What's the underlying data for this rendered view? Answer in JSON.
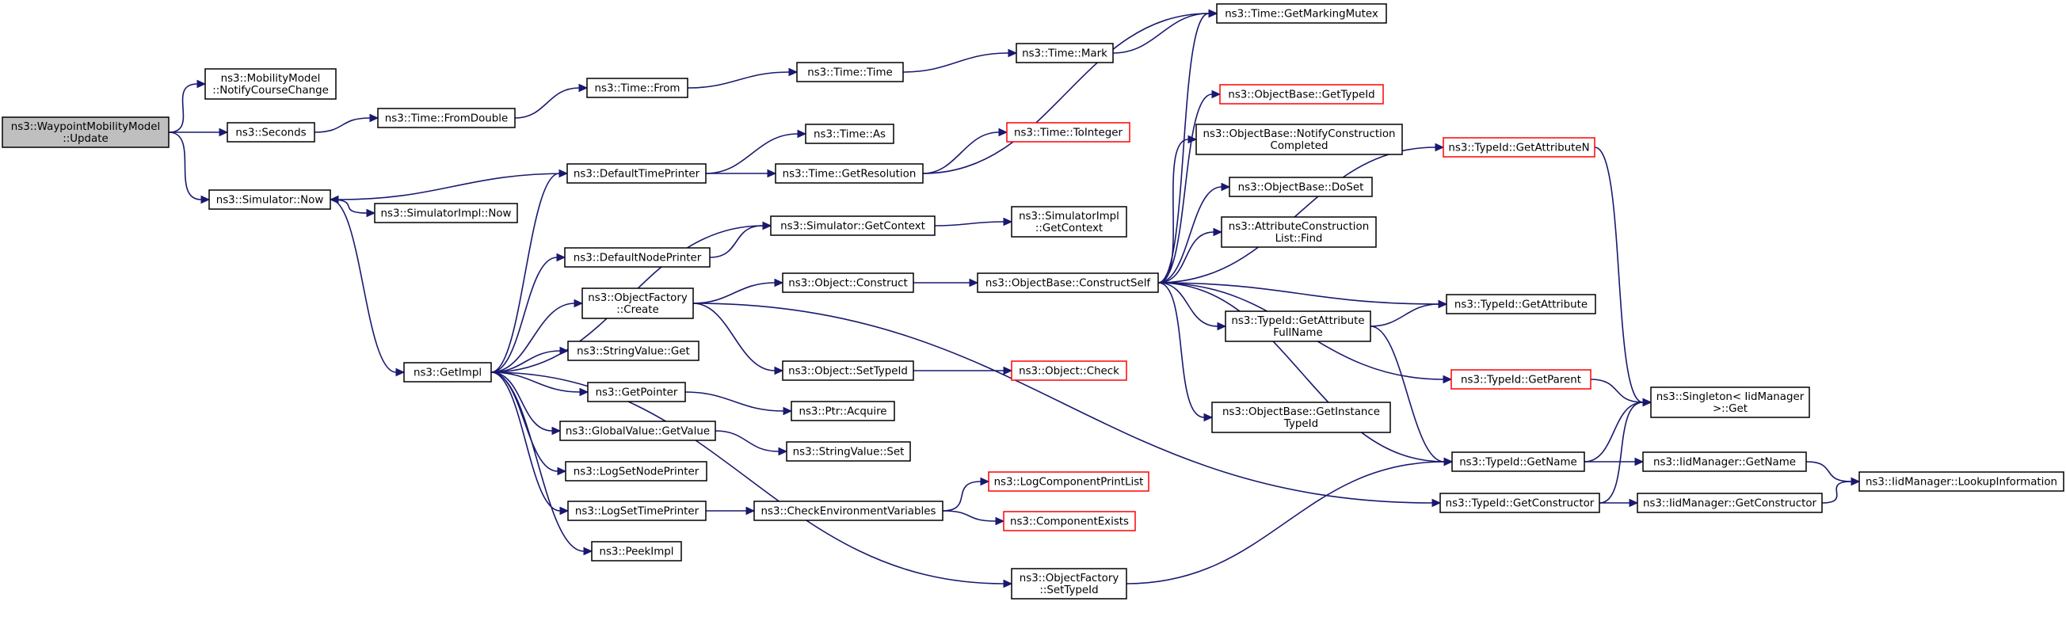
{
  "diagram": {
    "type": "call-graph",
    "colors": {
      "edge": "#191970",
      "root_fill": "#bfbfbf",
      "node_border": "#000000",
      "missing_doc_border": "#ff0000"
    },
    "nodes": [
      {
        "id": "update",
        "lines": [
          "ns3::WaypointMobilityModel",
          "::Update"
        ],
        "style": "root"
      },
      {
        "id": "notify_course",
        "lines": [
          "ns3::MobilityModel",
          "::NotifyCourseChange"
        ],
        "style": "normal"
      },
      {
        "id": "seconds",
        "lines": [
          "ns3::Seconds"
        ],
        "style": "normal"
      },
      {
        "id": "sim_now",
        "lines": [
          "ns3::Simulator::Now"
        ],
        "style": "normal"
      },
      {
        "id": "from_double",
        "lines": [
          "ns3::Time::FromDouble"
        ],
        "style": "normal"
      },
      {
        "id": "time_from",
        "lines": [
          "ns3::Time::From"
        ],
        "style": "normal"
      },
      {
        "id": "time_time",
        "lines": [
          "ns3::Time::Time"
        ],
        "style": "normal"
      },
      {
        "id": "time_mark",
        "lines": [
          "ns3::Time::Mark"
        ],
        "style": "normal"
      },
      {
        "id": "marking_mutex",
        "lines": [
          "ns3::Time::GetMarkingMutex"
        ],
        "style": "normal"
      },
      {
        "id": "simimpl_now",
        "lines": [
          "ns3::SimulatorImpl::Now"
        ],
        "style": "normal"
      },
      {
        "id": "getimpl",
        "lines": [
          "ns3::GetImpl"
        ],
        "style": "normal"
      },
      {
        "id": "default_time_printer",
        "lines": [
          "ns3::DefaultTimePrinter"
        ],
        "style": "normal"
      },
      {
        "id": "time_as",
        "lines": [
          "ns3::Time::As"
        ],
        "style": "normal"
      },
      {
        "id": "get_resolution",
        "lines": [
          "ns3::Time::GetResolution"
        ],
        "style": "normal"
      },
      {
        "id": "to_integer",
        "lines": [
          "ns3::Time::ToInteger"
        ],
        "style": "red"
      },
      {
        "id": "default_node_printer",
        "lines": [
          "ns3::DefaultNodePrinter"
        ],
        "style": "normal"
      },
      {
        "id": "sim_get_context",
        "lines": [
          "ns3::Simulator::GetContext"
        ],
        "style": "normal"
      },
      {
        "id": "simimpl_get_context",
        "lines": [
          "ns3::SimulatorImpl",
          "::GetContext"
        ],
        "style": "normal"
      },
      {
        "id": "object_factory_create",
        "lines": [
          "ns3::ObjectFactory",
          "::Create"
        ],
        "style": "normal"
      },
      {
        "id": "object_construct",
        "lines": [
          "ns3::Object::Construct"
        ],
        "style": "normal"
      },
      {
        "id": "construct_self",
        "lines": [
          "ns3::ObjectBase::ConstructSelf"
        ],
        "style": "normal"
      },
      {
        "id": "object_set_typeid",
        "lines": [
          "ns3::Object::SetTypeId"
        ],
        "style": "normal"
      },
      {
        "id": "object_check",
        "lines": [
          "ns3::Object::Check"
        ],
        "style": "red"
      },
      {
        "id": "string_value_get",
        "lines": [
          "ns3::StringValue::Get"
        ],
        "style": "normal"
      },
      {
        "id": "get_pointer",
        "lines": [
          "ns3::GetPointer"
        ],
        "style": "normal"
      },
      {
        "id": "ptr_acquire",
        "lines": [
          "ns3::Ptr::Acquire"
        ],
        "style": "normal"
      },
      {
        "id": "global_value_get",
        "lines": [
          "ns3::GlobalValue::GetValue"
        ],
        "style": "normal"
      },
      {
        "id": "string_value_set",
        "lines": [
          "ns3::StringValue::Set"
        ],
        "style": "normal"
      },
      {
        "id": "log_set_node_printer",
        "lines": [
          "ns3::LogSetNodePrinter"
        ],
        "style": "normal"
      },
      {
        "id": "log_set_time_printer",
        "lines": [
          "ns3::LogSetTimePrinter"
        ],
        "style": "normal"
      },
      {
        "id": "check_env",
        "lines": [
          "ns3::CheckEnvironmentVariables"
        ],
        "style": "normal"
      },
      {
        "id": "log_component_print_list",
        "lines": [
          "ns3::LogComponentPrintList"
        ],
        "style": "red"
      },
      {
        "id": "component_exists",
        "lines": [
          "ns3::ComponentExists"
        ],
        "style": "red"
      },
      {
        "id": "peek_impl",
        "lines": [
          "ns3::PeekImpl"
        ],
        "style": "normal"
      },
      {
        "id": "factory_set_typeid",
        "lines": [
          "ns3::ObjectFactory",
          "::SetTypeId"
        ],
        "style": "normal"
      },
      {
        "id": "objbase_get_typeid",
        "lines": [
          "ns3::ObjectBase::GetTypeId"
        ],
        "style": "red"
      },
      {
        "id": "notify_construction",
        "lines": [
          "ns3::ObjectBase::NotifyConstruction",
          "Completed"
        ],
        "style": "normal"
      },
      {
        "id": "objbase_doset",
        "lines": [
          "ns3::ObjectBase::DoSet"
        ],
        "style": "normal"
      },
      {
        "id": "attr_construction_find",
        "lines": [
          "ns3::AttributeConstruction",
          "List::Find"
        ],
        "style": "normal"
      },
      {
        "id": "typeid_get_attribute_fullname",
        "lines": [
          "ns3::TypeId::GetAttribute",
          "FullName"
        ],
        "style": "normal"
      },
      {
        "id": "objbase_get_instance_typeid",
        "lines": [
          "ns3::ObjectBase::GetInstance",
          "TypeId"
        ],
        "style": "normal"
      },
      {
        "id": "typeid_get_attribute_n",
        "lines": [
          "ns3::TypeId::GetAttributeN"
        ],
        "style": "red"
      },
      {
        "id": "typeid_get_attribute",
        "lines": [
          "ns3::TypeId::GetAttribute"
        ],
        "style": "normal"
      },
      {
        "id": "typeid_get_parent",
        "lines": [
          "ns3::TypeId::GetParent"
        ],
        "style": "red"
      },
      {
        "id": "typeid_get_name",
        "lines": [
          "ns3::TypeId::GetName"
        ],
        "style": "normal"
      },
      {
        "id": "typeid_get_constructor",
        "lines": [
          "ns3::TypeId::GetConstructor"
        ],
        "style": "normal"
      },
      {
        "id": "singleton_get",
        "lines": [
          "ns3::Singleton< IidManager",
          " >::Get"
        ],
        "style": "normal"
      },
      {
        "id": "iid_get_name",
        "lines": [
          "ns3::IidManager::GetName"
        ],
        "style": "normal"
      },
      {
        "id": "iid_get_constructor",
        "lines": [
          "ns3::IidManager::GetConstructor"
        ],
        "style": "normal"
      },
      {
        "id": "iid_lookup",
        "lines": [
          "ns3::IidManager::LookupInformation"
        ],
        "style": "normal"
      }
    ],
    "edges": [
      [
        "update",
        "notify_course"
      ],
      [
        "update",
        "seconds"
      ],
      [
        "update",
        "sim_now"
      ],
      [
        "seconds",
        "from_double"
      ],
      [
        "from_double",
        "time_from"
      ],
      [
        "time_from",
        "time_time"
      ],
      [
        "time_time",
        "time_mark"
      ],
      [
        "time_mark",
        "marking_mutex"
      ],
      [
        "sim_now",
        "simimpl_now"
      ],
      [
        "sim_now",
        "getimpl"
      ],
      [
        "getimpl",
        "default_time_printer"
      ],
      [
        "getimpl",
        "default_node_printer"
      ],
      [
        "getimpl",
        "sim_get_context"
      ],
      [
        "getimpl",
        "object_factory_create"
      ],
      [
        "getimpl",
        "string_value_get"
      ],
      [
        "getimpl",
        "get_pointer"
      ],
      [
        "getimpl",
        "global_value_get"
      ],
      [
        "getimpl",
        "log_set_node_printer"
      ],
      [
        "getimpl",
        "log_set_time_printer"
      ],
      [
        "getimpl",
        "peek_impl"
      ],
      [
        "getimpl",
        "factory_set_typeid"
      ],
      [
        "default_time_printer",
        "sim_now"
      ],
      [
        "default_time_printer",
        "time_as"
      ],
      [
        "default_time_printer",
        "get_resolution"
      ],
      [
        "get_resolution",
        "to_integer"
      ],
      [
        "get_resolution",
        "marking_mutex"
      ],
      [
        "default_node_printer",
        "sim_get_context"
      ],
      [
        "sim_get_context",
        "simimpl_get_context"
      ],
      [
        "object_factory_create",
        "object_construct"
      ],
      [
        "object_factory_create",
        "object_set_typeid"
      ],
      [
        "object_factory_create",
        "typeid_get_constructor"
      ],
      [
        "object_construct",
        "construct_self"
      ],
      [
        "object_set_typeid",
        "object_check"
      ],
      [
        "get_pointer",
        "ptr_acquire"
      ],
      [
        "global_value_get",
        "string_value_set"
      ],
      [
        "log_set_time_printer",
        "check_env"
      ],
      [
        "check_env",
        "log_component_print_list"
      ],
      [
        "check_env",
        "component_exists"
      ],
      [
        "factory_set_typeid",
        "typeid_get_name"
      ],
      [
        "construct_self",
        "marking_mutex"
      ],
      [
        "construct_self",
        "typeid_get_attribute_n"
      ],
      [
        "construct_self",
        "objbase_get_typeid"
      ],
      [
        "construct_self",
        "notify_construction"
      ],
      [
        "construct_self",
        "objbase_doset"
      ],
      [
        "construct_self",
        "attr_construction_find"
      ],
      [
        "construct_self",
        "typeid_get_attribute"
      ],
      [
        "construct_self",
        "typeid_get_attribute_fullname"
      ],
      [
        "construct_self",
        "typeid_get_parent"
      ],
      [
        "construct_self",
        "objbase_get_instance_typeid"
      ],
      [
        "construct_self",
        "typeid_get_name"
      ],
      [
        "typeid_get_attribute_fullname",
        "typeid_get_attribute"
      ],
      [
        "typeid_get_attribute_fullname",
        "typeid_get_name"
      ],
      [
        "typeid_get_attribute_n",
        "singleton_get"
      ],
      [
        "typeid_get_parent",
        "singleton_get"
      ],
      [
        "typeid_get_name",
        "singleton_get"
      ],
      [
        "typeid_get_name",
        "iid_get_name"
      ],
      [
        "typeid_get_constructor",
        "singleton_get"
      ],
      [
        "typeid_get_constructor",
        "iid_get_constructor"
      ],
      [
        "iid_get_name",
        "iid_lookup"
      ],
      [
        "iid_get_constructor",
        "iid_lookup"
      ]
    ]
  }
}
